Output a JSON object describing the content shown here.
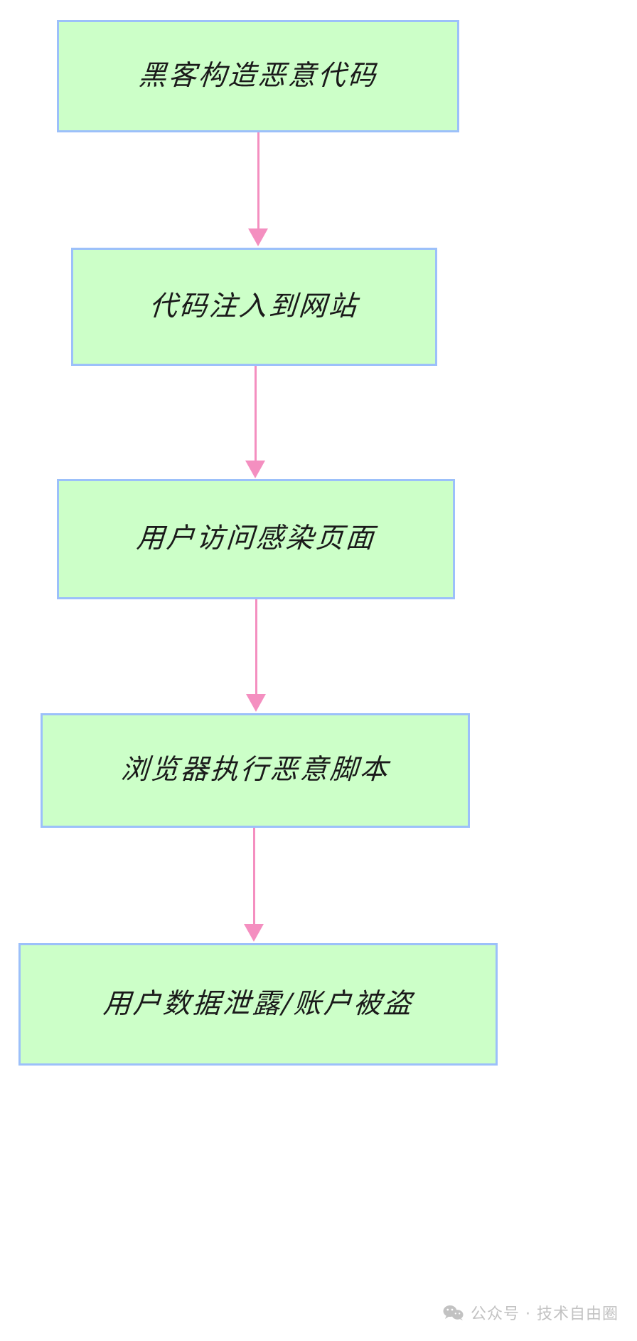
{
  "diagram": {
    "type": "flowchart",
    "direction": "top-to-bottom",
    "nodes": [
      {
        "id": "n1",
        "label": "黑客构造恶意代码"
      },
      {
        "id": "n2",
        "label": "代码注入到网站"
      },
      {
        "id": "n3",
        "label": "用户访问感染页面"
      },
      {
        "id": "n4",
        "label": "浏览器执行恶意脚本"
      },
      {
        "id": "n5",
        "label": "用户数据泄露/账户被盗"
      }
    ],
    "edges": [
      {
        "from": "n1",
        "to": "n2",
        "label": ""
      },
      {
        "from": "n2",
        "to": "n3",
        "label": ""
      },
      {
        "from": "n3",
        "to": "n4",
        "label": ""
      },
      {
        "from": "n4",
        "to": "n5",
        "label": ""
      }
    ],
    "colors": {
      "node_fill": "#ccffc8",
      "node_border": "#9cc0fa",
      "edge": "#f48fc0",
      "text": "#1a1a1a",
      "background": "#ffffff",
      "watermark": "#c2c2c2"
    }
  },
  "watermark": {
    "icon": "wechat-icon",
    "text": "公众号 · 技术自由圈"
  }
}
